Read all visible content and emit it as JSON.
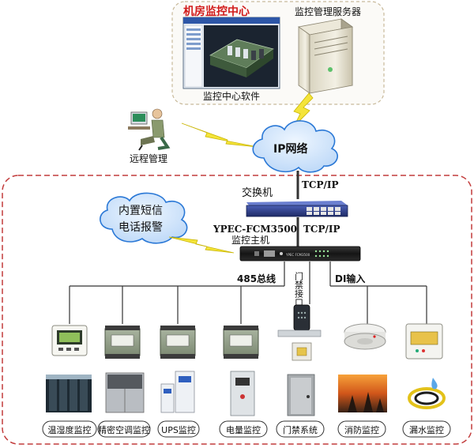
{
  "colors": {
    "dashed_border": "#c23b3b",
    "top_border": "#c8b99a",
    "cloud_fill": "#cfe3fb",
    "cloud_stroke": "#2a78d6",
    "lightning": "#f4e43a",
    "line": "#333333",
    "title_red": "#d11a1a",
    "switch_blue": "#2c3f8f"
  },
  "top": {
    "center_title": "机房监控中心",
    "server_label": "监控管理服务器",
    "software_label": "监控中心软件"
  },
  "remote": {
    "label": "远程管理"
  },
  "cloud_ip": {
    "label": "IP网络"
  },
  "cloud_alarm": {
    "line1": "内置短信",
    "line2": "电话报警"
  },
  "links": {
    "tcp_top": "TCP/IP",
    "tcp_bottom": "TCP/IP"
  },
  "switch": {
    "label": "交换机"
  },
  "host": {
    "model": "YPEC-FCM3500",
    "name": "监控主机",
    "panel_text": "YPEC FCM3500"
  },
  "bus": {
    "rs485": "485总线",
    "door_port": "门禁接口",
    "di_input": "DI输入"
  },
  "modules": [
    {
      "name": "温湿度监控",
      "icon": "thermo-hygrometer-icon"
    },
    {
      "name": "精密空调监控",
      "icon": "io-module-icon"
    },
    {
      "name": "UPS监控",
      "icon": "io-module-icon"
    },
    {
      "name": "电量监控",
      "icon": "io-module-icon"
    },
    {
      "name": "门禁系统",
      "icon": "card-reader-icon"
    },
    {
      "name": "消防监控",
      "icon": "smoke-detector-icon"
    },
    {
      "name": "漏水监控",
      "icon": "water-leak-sensor-icon"
    }
  ]
}
